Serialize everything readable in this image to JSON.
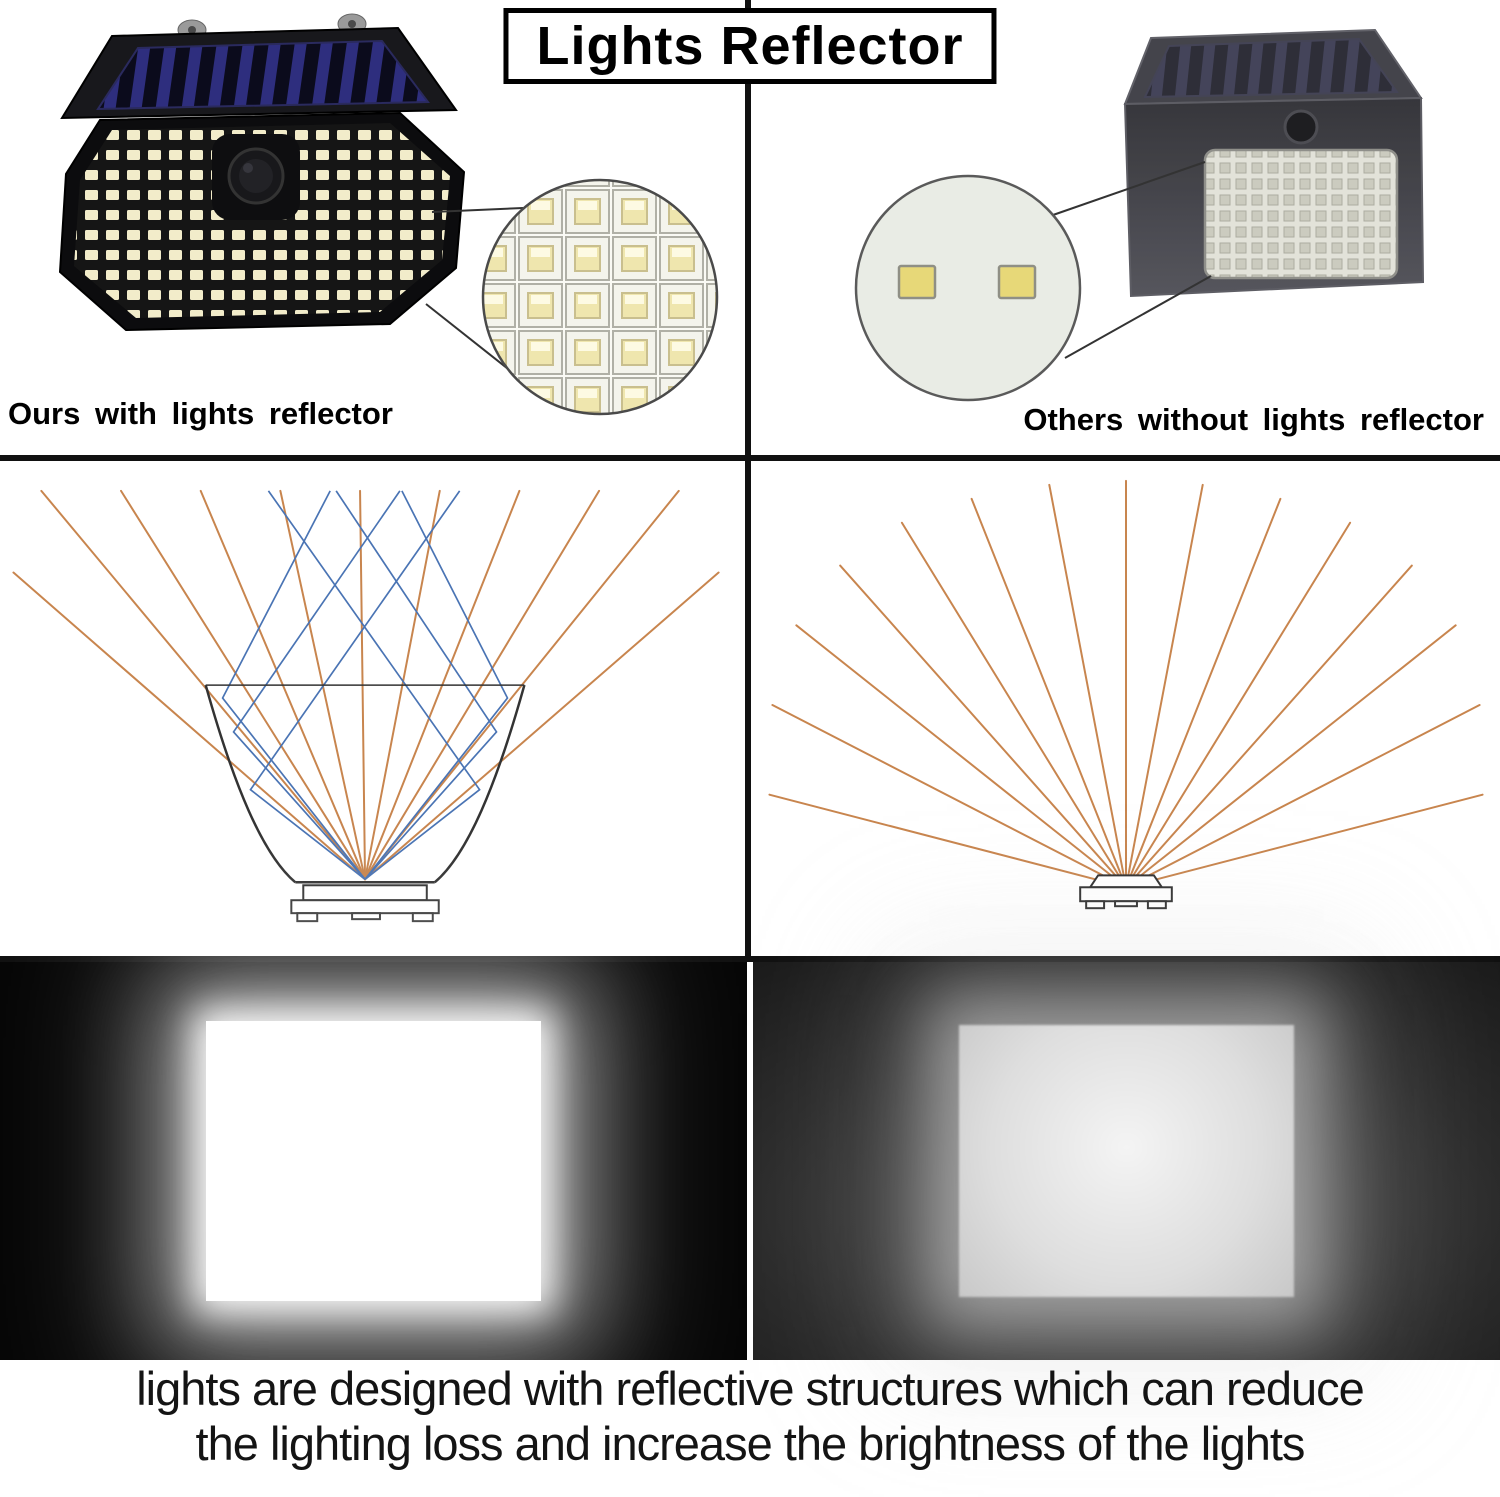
{
  "title": "Lights Reflector",
  "left": {
    "caption": "Ours with lights reflector"
  },
  "right": {
    "caption": "Others without lights reflector"
  },
  "footer": {
    "line1": "lights are designed with reflective structures  which can reduce",
    "line2": "the lighting loss and increase the brightness of the lights"
  },
  "colors": {
    "ray_orange": "#c8854e",
    "ray_blue": "#4a74b4",
    "led_cream": "#f2ecca",
    "cup_yellow": "#efe6ae",
    "chip_yellow": "#e7d878"
  }
}
